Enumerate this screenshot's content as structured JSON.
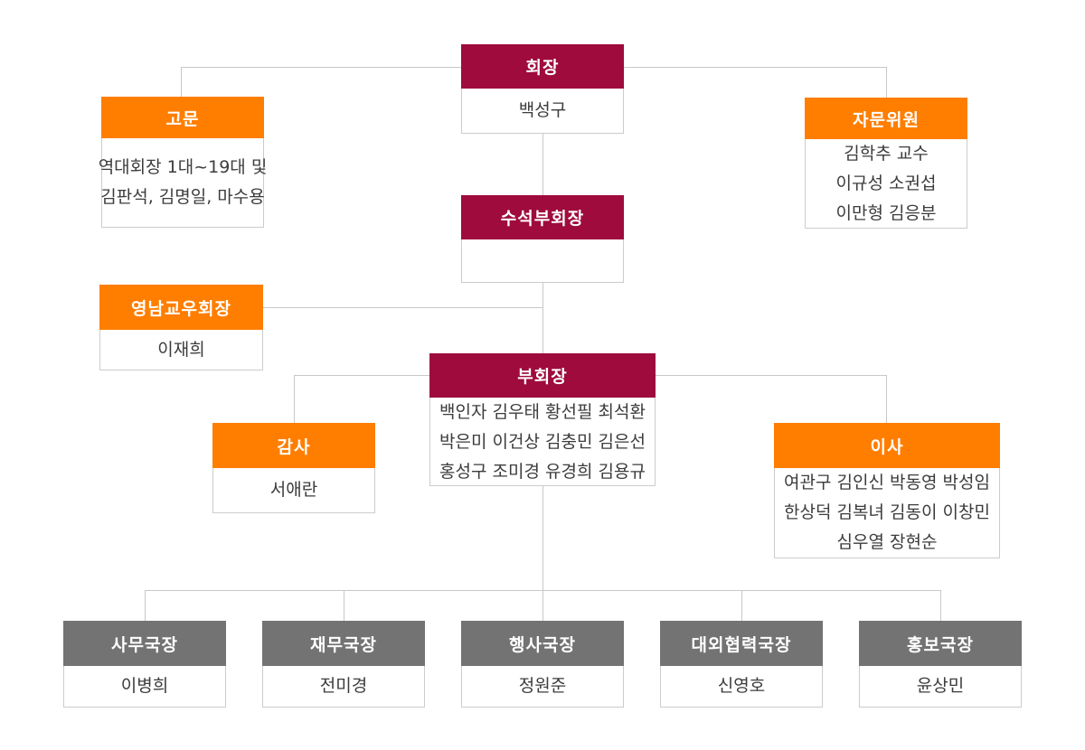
{
  "colors": {
    "maroon": "#9E0B3C",
    "orange": "#FF7E00",
    "gray": "#737373",
    "line": "#C8C8C8",
    "body_text": "#3C3C3C",
    "header_text": "#FFFFFF"
  },
  "nodes": {
    "chairman": {
      "title": "회장",
      "lines": [
        "백성구"
      ]
    },
    "advisor": {
      "title": "고문",
      "lines": [
        "역대회장 1대~19대 및",
        "김판석, 김명일, 마수용"
      ]
    },
    "advisory": {
      "title": "자문위원",
      "lines": [
        "김학추 교수",
        "이규성 소권섭",
        "이만형 김응분"
      ]
    },
    "senior_vice": {
      "title": "수석부회장",
      "lines": []
    },
    "yeongnam": {
      "title": "영남교우회장",
      "lines": [
        "이재희"
      ]
    },
    "vice": {
      "title": "부회장",
      "lines": [
        "백인자 김우태 황선필 최석환",
        "박은미 이건상 김충민 김은선",
        "홍성구 조미경 유경희 김용규"
      ]
    },
    "auditor": {
      "title": "감사",
      "lines": [
        "서애란"
      ]
    },
    "director": {
      "title": "이사",
      "lines": [
        "여관구 김인신 박동영 박성임",
        "한상덕 김복녀 김동이 이창민",
        "심우열 장현순"
      ]
    },
    "bureau_office": {
      "title": "사무국장",
      "lines": [
        "이병희"
      ]
    },
    "bureau_finance": {
      "title": "재무국장",
      "lines": [
        "전미경"
      ]
    },
    "bureau_events": {
      "title": "행사국장",
      "lines": [
        "정원준"
      ]
    },
    "bureau_external": {
      "title": "대외협력국장",
      "lines": [
        "신영호"
      ]
    },
    "bureau_pr": {
      "title": "홍보국장",
      "lines": [
        "윤상민"
      ]
    }
  }
}
